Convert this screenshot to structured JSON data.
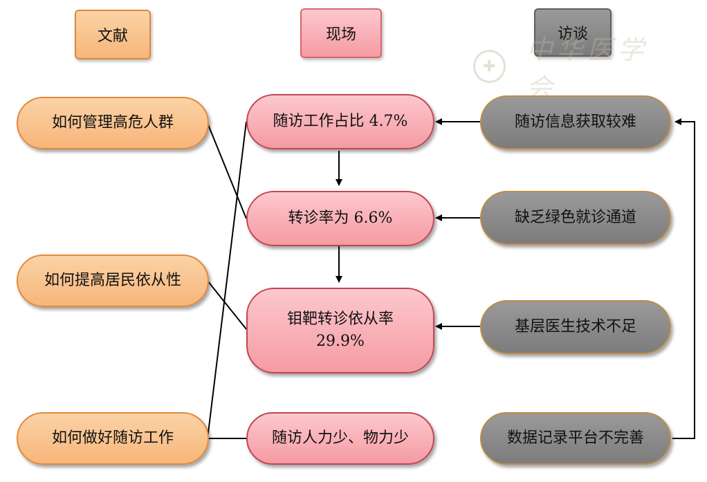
{
  "headers": {
    "literature": "文献",
    "field": "现场",
    "interview": "访谈"
  },
  "literature_items": [
    "如何管理高危人群",
    "如何提高居民依从性",
    "如何做好随访工作"
  ],
  "field_items": [
    "随访工作占比 4.7%",
    "转诊率为 6.6%",
    "钼靶转诊依从率",
    "29.9%",
    "随访人力少、物力少"
  ],
  "interview_items": [
    "随访信息获取较难",
    "缺乏绿色就诊通道",
    "基层医生技术不足",
    "数据记录平台不完善"
  ],
  "watermark": "中华医学会",
  "colors": {
    "literature_fill": "#f7b57a",
    "field_fill": "#f59ba3",
    "interview_fill": "#8a8a8a",
    "connector": "#000000"
  }
}
